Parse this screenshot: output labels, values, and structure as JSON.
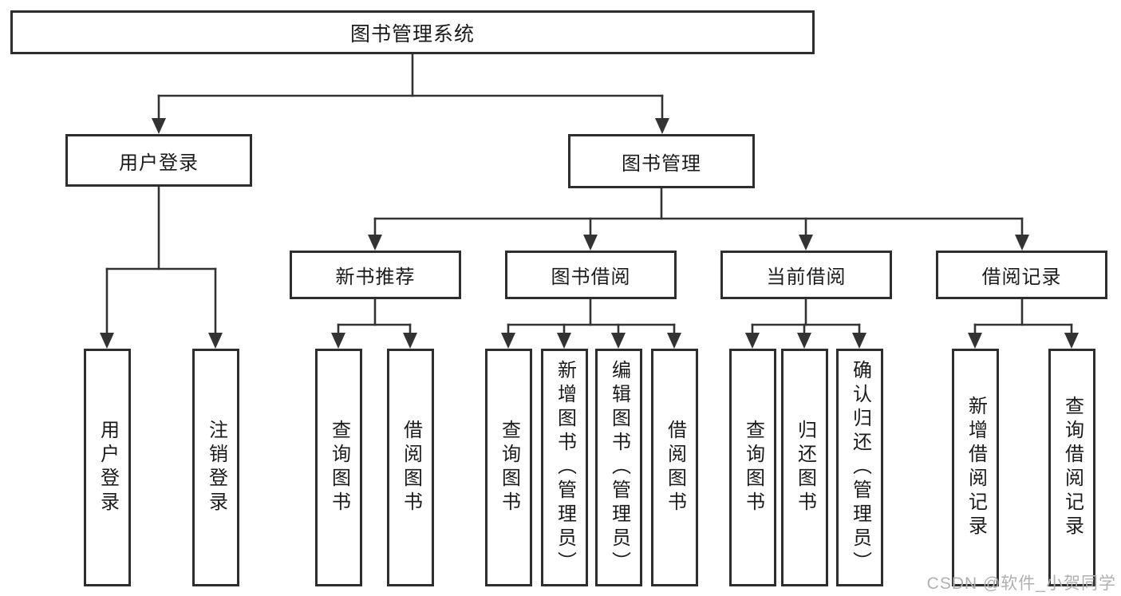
{
  "diagram": {
    "root": {
      "label": "图书管理系统"
    },
    "branches": [
      {
        "label": "用户登录",
        "children": [
          {
            "label": "用户登录"
          },
          {
            "label": "注销登录"
          }
        ]
      },
      {
        "label": "图书管理",
        "children": [
          {
            "label": "新书推荐",
            "children": [
              {
                "label": "查询图书"
              },
              {
                "label": "借阅图书"
              }
            ]
          },
          {
            "label": "图书借阅",
            "children": [
              {
                "label": "查询图书"
              },
              {
                "label": "新增图书（管理员）"
              },
              {
                "label": "编辑图书（管理员）"
              },
              {
                "label": "借阅图书"
              }
            ]
          },
          {
            "label": "当前借阅",
            "children": [
              {
                "label": "查询图书"
              },
              {
                "label": "归还图书"
              },
              {
                "label": "确认归还（管理员）"
              }
            ]
          },
          {
            "label": "借阅记录",
            "children": [
              {
                "label": "新增借阅记录"
              },
              {
                "label": "查询借阅记录"
              }
            ]
          }
        ]
      }
    ]
  },
  "watermark": {
    "text": "CSDN @软件_小贺同学"
  },
  "colors": {
    "line": "#333333",
    "box_border": "#2e2e2e",
    "text": "#1b1b1b",
    "watermark": "#b0b0b0",
    "background": "#ffffff"
  }
}
